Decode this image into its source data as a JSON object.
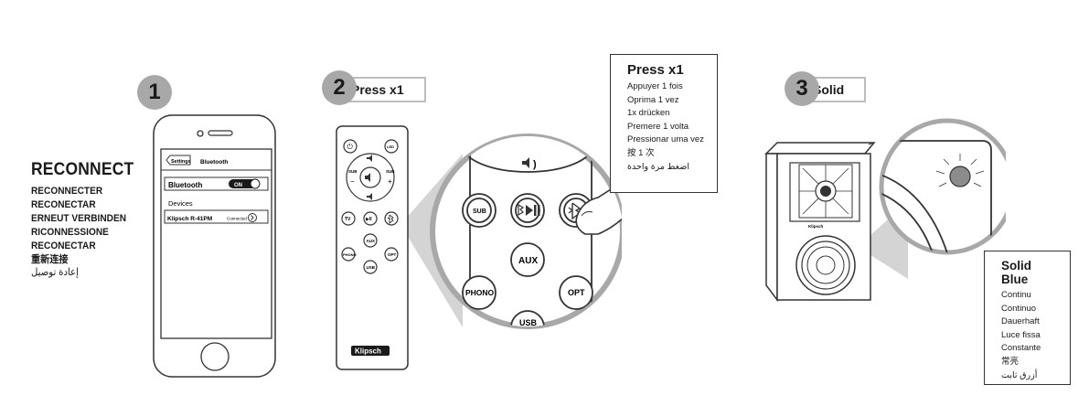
{
  "title": {
    "main": "RECONNECT",
    "translations": [
      "RECONNECTER",
      "RECONECTAR",
      "ERNEUT VERBINDEN",
      "RICONNESSIONE",
      "RECONECTAR",
      "重新连接",
      "إعادة توصيل"
    ]
  },
  "steps": [
    {
      "number": "1",
      "label": ""
    },
    {
      "number": "2",
      "label": "Press x1"
    },
    {
      "number": "3",
      "label": "Solid"
    }
  ],
  "phone": {
    "back_button": "Settings",
    "screen_title": "Bluetooth",
    "bluetooth_label": "Bluetooth",
    "toggle_state": "ON",
    "devices_header": "Devices",
    "device_name": "Klipsch R-41PM",
    "device_status": "Connected"
  },
  "remote": {
    "buttons": {
      "power": "⏻",
      "led": "LED",
      "sub_left": "SUB",
      "sub_right": "SUB",
      "sub_plus": "+",
      "sub_minus": "−",
      "tv": "TV",
      "play": "▶II",
      "bt": "BT",
      "aux": "AUX",
      "phono": "PHONO",
      "opt": "OPT",
      "usb": "USB"
    },
    "brand": "Klipsch"
  },
  "zoom": {
    "sub": "SUB",
    "aux": "AUX",
    "phono": "PHONO",
    "opt": "OPT",
    "usb": "USB"
  },
  "callout_press": {
    "head": "Press x1",
    "lines": [
      "Appuyer 1 fois",
      "Oprima 1 vez",
      "1x drücken",
      "Premere 1 volta",
      "Pressionar uma vez",
      "按 1 次",
      "اضغط مرة واحدة"
    ]
  },
  "callout_solid": {
    "head": "Solid Blue",
    "lines": [
      "Continu",
      "Continuo",
      "Dauerhaft",
      "Luce fissa",
      "Constante",
      "常亮",
      "أزرق ثابت"
    ]
  },
  "speaker": {
    "brand": "Klipsch"
  },
  "colors": {
    "step_gray": "#a8a8a8",
    "line": "#333333",
    "zoom_cone": "#d4d4d4",
    "led_gray": "#8c8c8c"
  }
}
